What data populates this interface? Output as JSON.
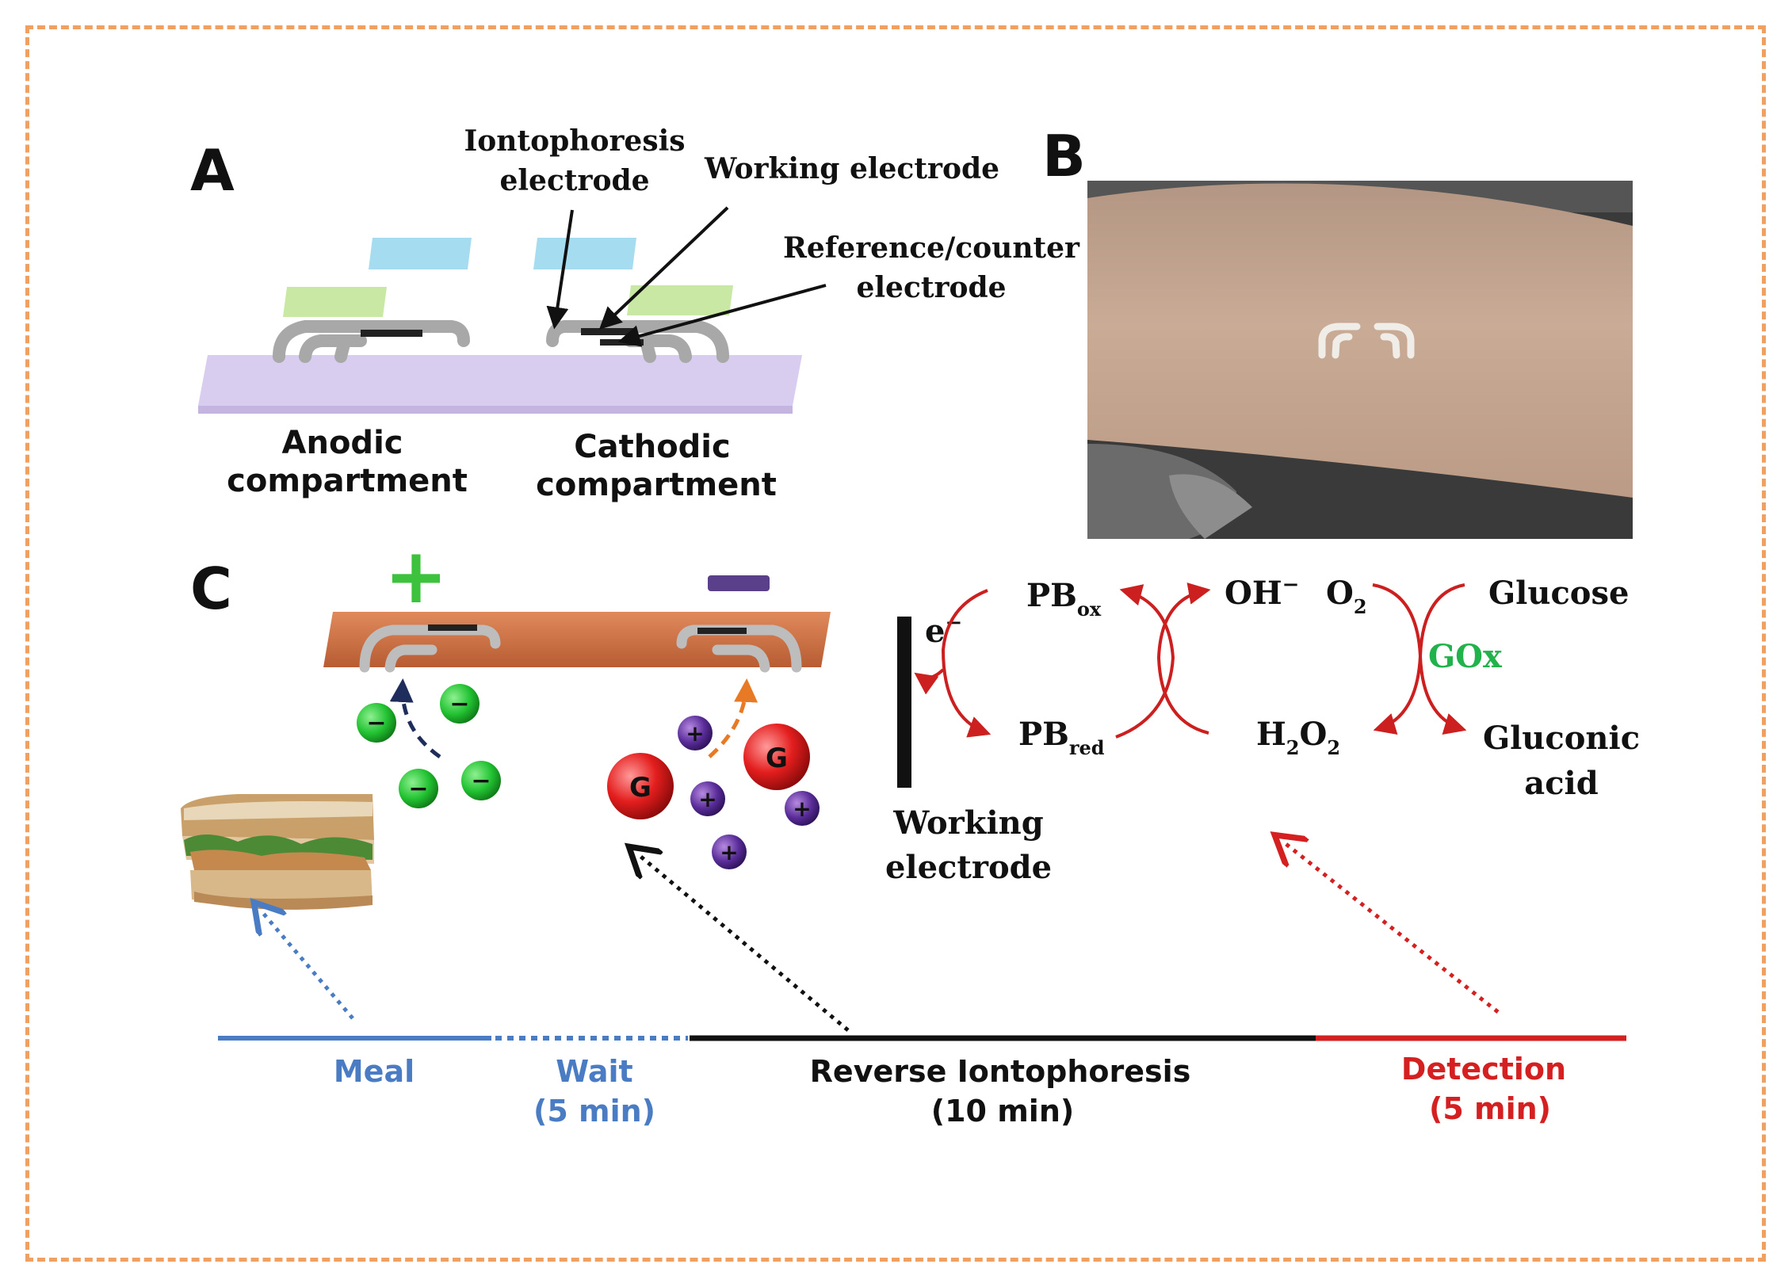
{
  "panels": {
    "a": "A",
    "b": "B",
    "c": "C"
  },
  "panel_a": {
    "iontophoresis_line1": "Iontophoresis",
    "iontophoresis_line2": "electrode",
    "working_electrode": "Working electrode",
    "reference_line1": "Reference/counter",
    "reference_line2": "electrode",
    "anodic_line1": "Anodic",
    "anodic_line2": "compartment",
    "cathodic_line1": "Cathodic",
    "cathodic_line2": "compartment"
  },
  "panel_c": {
    "plus_sign": "+",
    "minus_sign": "−",
    "ion_minus": "−",
    "ion_plus": "+",
    "glucose_ion": "G",
    "electron": "e",
    "electron_sup": "−",
    "pb": "PB",
    "ox": "ox",
    "red": "red",
    "oh": "OH",
    "oh_sup": "−",
    "o": "O",
    "sub2": "2",
    "h": "H",
    "glucose": "Glucose",
    "gox": "GOx",
    "gluconic_line1": "Gluconic",
    "gluconic_line2": "acid",
    "working_line1": "Working",
    "working_line2": "electrode"
  },
  "timeline": {
    "meal": "Meal",
    "wait_line1": "Wait",
    "wait_line2": "(5 min)",
    "ri_line1": "Reverse Iontophoresis",
    "ri_line2": "(10 min)",
    "detection_line1": "Detection",
    "detection_line2": "(5 min)"
  },
  "colors": {
    "frame": "#f0a060",
    "meal_blue": "#4a7cc4",
    "detection_red": "#d42020",
    "reaction_red": "#cc1f1f",
    "gox_green": "#22b24c",
    "plus_green": "#3cc23c",
    "minus_purple": "#5a3f8a",
    "ion_green": "#22c232",
    "ion_purple": "#5a2d9a",
    "glucose_red": "#e41e1e",
    "skin": "#c5a690",
    "patch_copper": "#cf7045",
    "substrate_lavender": "#d8ccef",
    "electrode_blue": "#a6dcf0",
    "electrode_green": "#c8e8a4"
  }
}
